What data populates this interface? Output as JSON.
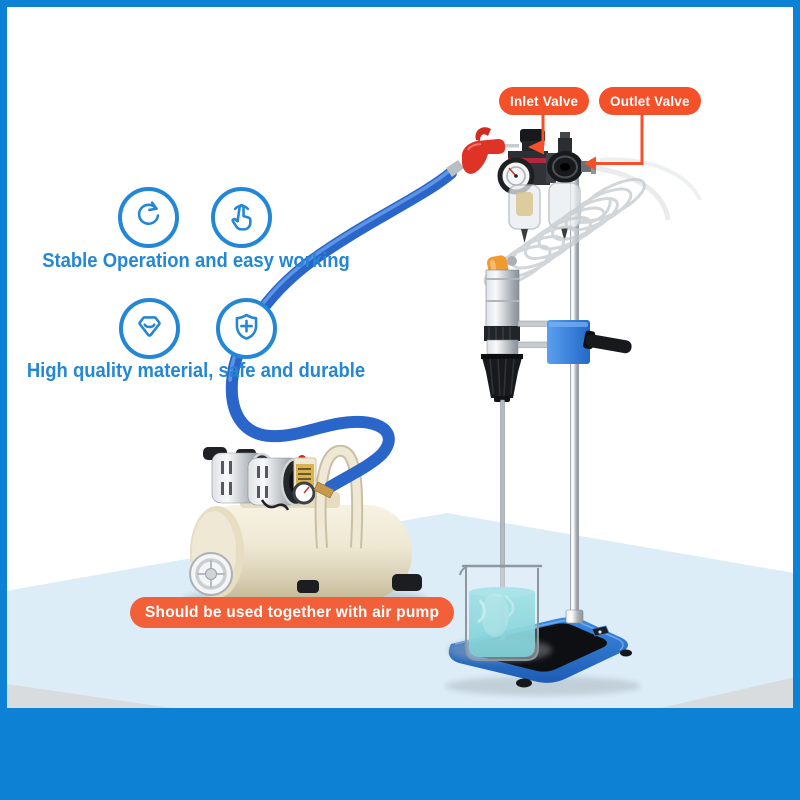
{
  "frame": {
    "color": "#0d81d3"
  },
  "features": [
    {
      "title": "Stable Operation and easy working",
      "icons": [
        "rotate-arrow-icon",
        "tap-hand-icon"
      ]
    },
    {
      "title": "High quality material, safe and durable",
      "icons": [
        "diamond-gem-icon",
        "shield-plus-icon"
      ]
    }
  ],
  "callouts": {
    "inlet_label": "Inlet Valve",
    "outlet_label": "Outlet Valve"
  },
  "banner": {
    "label": "Should be used together with air pump"
  },
  "colors": {
    "frame": "#0d81d3",
    "accent": "#2487d6",
    "callout": "#f4502a",
    "banner": "#f2603a",
    "floor": "#ddedf8",
    "floor-shade": "#d8dcdf"
  },
  "scene": {
    "objects": [
      "air-blow-gun",
      "air-filter-regulator-unit",
      "spiral-air-hose",
      "pneumatic-mixer-motor",
      "stand-pole",
      "stand-base-plate",
      "beaker-with-liquid",
      "air-compressor",
      "blue-air-hose"
    ]
  }
}
